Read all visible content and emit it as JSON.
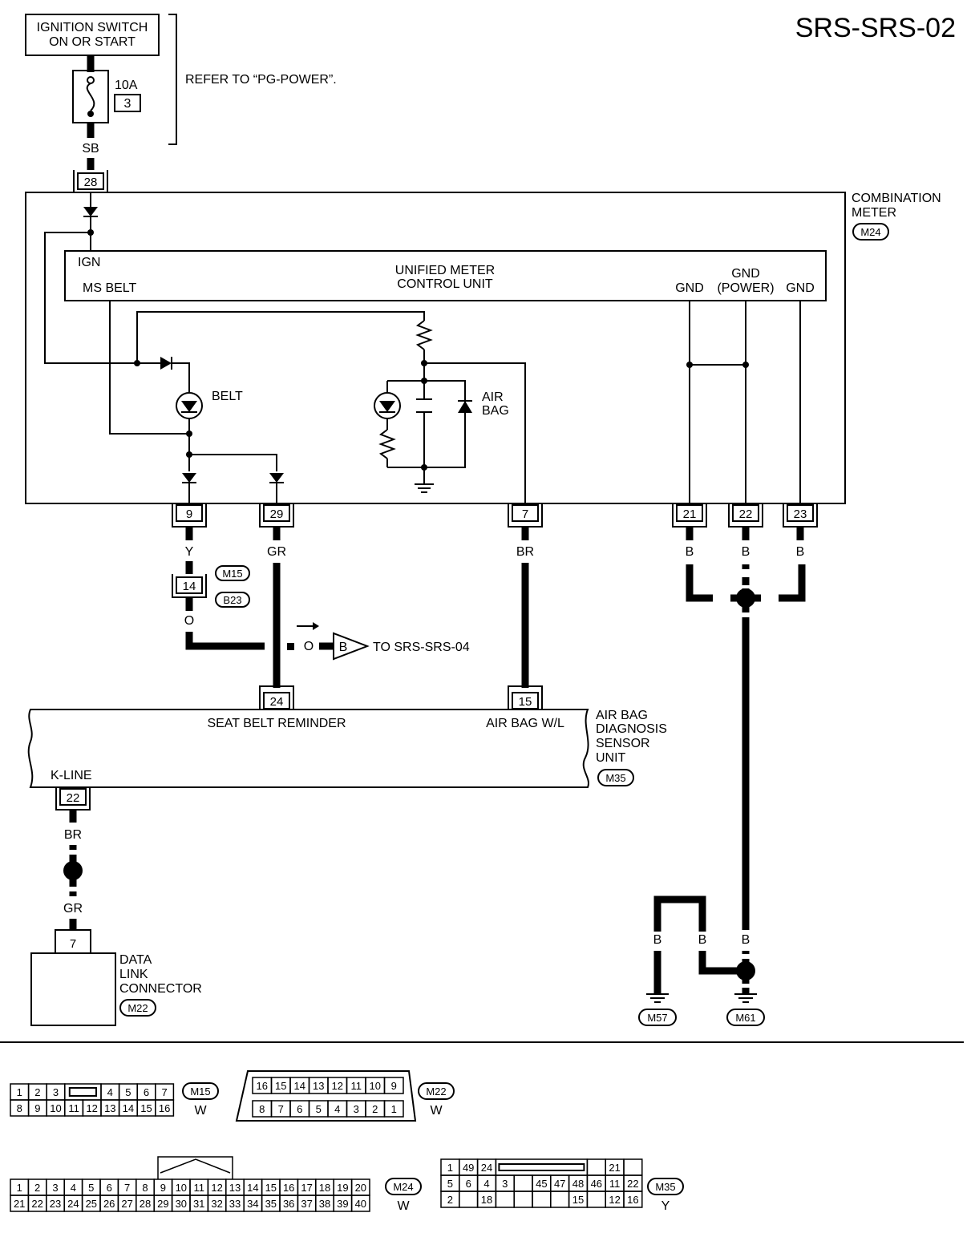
{
  "page_title": "SRS-SRS-02",
  "ignition": {
    "line1": "IGNITION SWITCH",
    "line2": "ON OR START"
  },
  "fuse": {
    "rating": "10A",
    "number": "3"
  },
  "refer_note": "REFER TO “PG-POWER”.",
  "wires": {
    "sb": "SB",
    "y": "Y",
    "gr": "GR",
    "br": "BR",
    "o": "O",
    "o2": "O",
    "b": "B",
    "br_dlc": "BR",
    "gr_dlc": "GR"
  },
  "combination_meter": {
    "line1": "COMBINATION",
    "line2": "METER",
    "connector": "M24"
  },
  "control_unit": {
    "ign": "IGN",
    "ms_belt": "MS BELT",
    "title1": "UNIFIED METER",
    "title2": "CONTROL UNIT",
    "gnd": "GND",
    "gnd_power1": "GND",
    "gnd_power2": "(POWER)",
    "gnd2": "GND"
  },
  "lamps": {
    "belt": "BELT",
    "airbag1": "AIR",
    "airbag2": "BAG"
  },
  "pins": {
    "p28": "28",
    "p9": "9",
    "p29": "29",
    "p7": "7",
    "p21": "21",
    "p22": "22",
    "p23": "23",
    "p14": "14",
    "p24": "24",
    "p15": "15",
    "p22b": "22",
    "p7dlc": "7"
  },
  "connectors": {
    "m15": "M15",
    "b23": "B23",
    "m35": "M35",
    "m22": "M22",
    "m57": "M57",
    "m61": "M61"
  },
  "to_srs": {
    "symbol": "B",
    "text": "TO SRS-SRS-04"
  },
  "airbag_unit": {
    "seat_belt": "SEAT BELT REMINDER",
    "aw_l": "AIR BAG W/L",
    "kline": "K-LINE",
    "name1": "AIR BAG",
    "name2": "DIAGNOSIS",
    "name3": "SENSOR",
    "name4": "UNIT"
  },
  "dlc": {
    "name1": "DATA",
    "name2": "LINK",
    "name3": "CONNECTOR"
  },
  "connector_views": {
    "m15": {
      "id": "M15",
      "color": "W",
      "top": [
        "1",
        "2",
        "3",
        "",
        "4",
        "5",
        "6",
        "7"
      ],
      "bottom": [
        "8",
        "9",
        "10",
        "11",
        "12",
        "13",
        "14",
        "15",
        "16"
      ]
    },
    "m22": {
      "id": "M22",
      "color": "W",
      "top": [
        "16",
        "15",
        "14",
        "13",
        "12",
        "11",
        "10",
        "9"
      ],
      "bottom": [
        "8",
        "7",
        "6",
        "5",
        "4",
        "3",
        "2",
        "1"
      ]
    },
    "m24": {
      "id": "M24",
      "color": "W",
      "top": [
        "1",
        "2",
        "3",
        "4",
        "5",
        "6",
        "7",
        "8",
        "9",
        "10",
        "11",
        "12",
        "13",
        "14",
        "15",
        "16",
        "17",
        "18",
        "19",
        "20"
      ],
      "bottom": [
        "21",
        "22",
        "23",
        "24",
        "25",
        "26",
        "27",
        "28",
        "29",
        "30",
        "31",
        "32",
        "33",
        "34",
        "35",
        "36",
        "37",
        "38",
        "39",
        "40"
      ]
    },
    "m35": {
      "id": "M35",
      "color": "Y",
      "row1": [
        "1",
        "49",
        "24",
        "",
        "",
        "",
        "",
        "",
        "",
        "",
        "21",
        ""
      ],
      "row2": [
        "5",
        "6",
        "4",
        "3",
        "",
        "45",
        "47",
        "48",
        "46",
        "11",
        "22"
      ],
      "row3": [
        "2",
        "",
        "18",
        "",
        "",
        "",
        "",
        "15",
        "",
        "12",
        "16"
      ]
    }
  }
}
